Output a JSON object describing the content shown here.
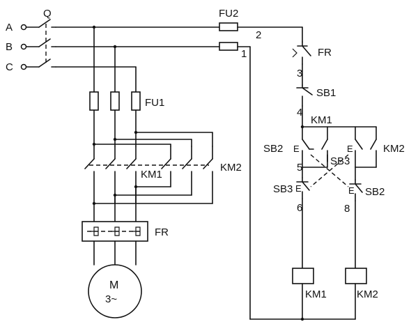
{
  "phases": [
    "A",
    "B",
    "C"
  ],
  "breaker": "Q",
  "fuses": {
    "main": "FU1",
    "control": "FU2"
  },
  "overload": "FR",
  "contactors": {
    "forward": "KM1",
    "reverse": "KM2"
  },
  "motor": {
    "symbol": "M",
    "phase": "3~"
  },
  "buttons": {
    "stop": "SB1",
    "forward": "SB2",
    "reverse": "SB3"
  },
  "nodes": [
    "1",
    "2",
    "3",
    "4",
    "5",
    "6",
    "8"
  ]
}
